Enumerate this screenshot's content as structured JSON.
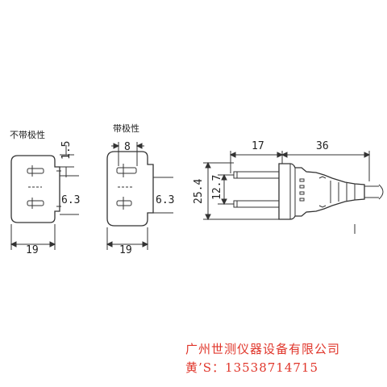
{
  "views": {
    "left_plug": {
      "label": "不带极性",
      "dim_top": "1.5",
      "dim_right": "6.3",
      "dim_bottom": "19"
    },
    "mid_plug": {
      "label": "带极性",
      "dim_top": "8",
      "dim_right": "6.3",
      "dim_bottom": "19"
    },
    "side_view": {
      "dim_prong_len": "17",
      "dim_body_len": "36",
      "dim_height_outer": "25.4",
      "dim_height_inner": "12.7"
    }
  },
  "watermark": {
    "company": "广州世测仪器设备有限公司",
    "phone": "黄’S：13538714715"
  },
  "colors": {
    "line": "#333333",
    "watermark": "#e0362b"
  }
}
